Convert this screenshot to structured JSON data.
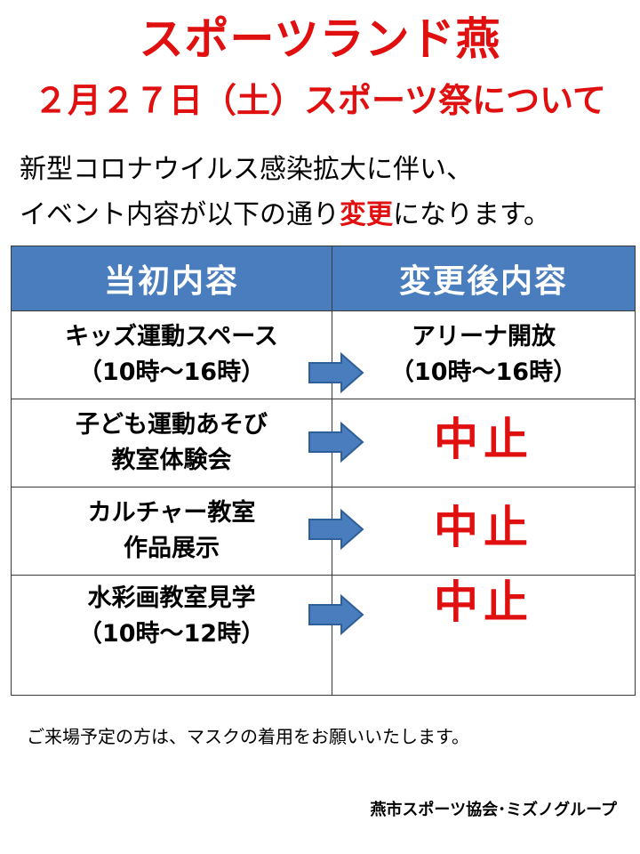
{
  "title": "スポーツランド燕",
  "subtitle": "２月２７日（土）スポーツ祭について",
  "intro": {
    "line1": "新型コロナウイルス感染拡大に伴い、",
    "line2_prefix": "イベント内容が以下の通り",
    "line2_highlight": "変更",
    "line2_suffix": "になります。"
  },
  "table": {
    "headers": [
      "当初内容",
      "変更後内容"
    ],
    "rows": [
      {
        "before": [
          "キッズ運動スペース",
          "（10時～16時）"
        ],
        "after": [
          "アリーナ開放",
          "（10時～16時）"
        ],
        "cancelled": false
      },
      {
        "before": [
          "子ども運動あそび",
          "教室体験会"
        ],
        "after": [
          "中止"
        ],
        "cancelled": true
      },
      {
        "before": [
          "カルチャー教室",
          "作品展示"
        ],
        "after": [
          "中止"
        ],
        "cancelled": true
      },
      {
        "before": [
          "水彩画教室見学",
          "（10時～12時）"
        ],
        "after": [
          "中止"
        ],
        "cancelled": true
      }
    ]
  },
  "arrow_icon": "right-arrow-icon",
  "footer": {
    "note": "ご来場予定の方は、マスクの着用をお願いいたします。",
    "organization": "燕市スポーツ協会･ミズノグループ"
  },
  "colors": {
    "title_red": "#e01010",
    "header_blue": "#4a7dbd",
    "arrow_blue": "#4a7dbd"
  }
}
